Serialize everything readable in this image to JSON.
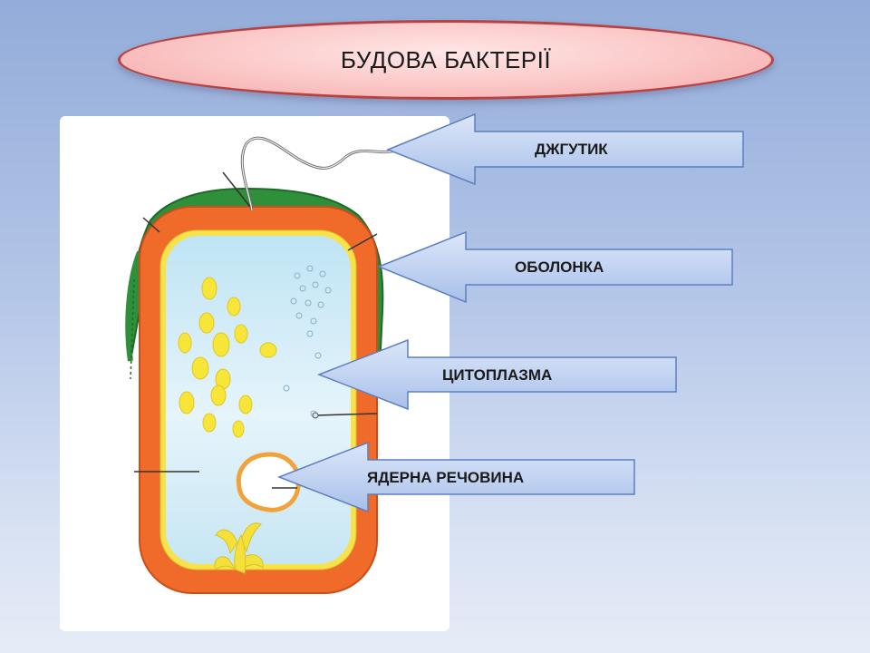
{
  "title": "БУДОВА БАКТЕРІЇ",
  "labels": {
    "flagellum": "ДЖГУТИК",
    "membrane": "ОБОЛОНКА",
    "cytoplasm": "ЦИТОПЛАЗМА",
    "nucleoid": "ЯДЕРНА РЕЧОВИНА"
  },
  "colors": {
    "capsule": "#2f8f3a",
    "wall": "#f06a2a",
    "inner_membrane": "#f7e24a",
    "cytoplasm": "#cfe9f5",
    "granules": "#f7e53a",
    "callout_fill": "#bcd0f2",
    "title_border": "#b84242"
  }
}
